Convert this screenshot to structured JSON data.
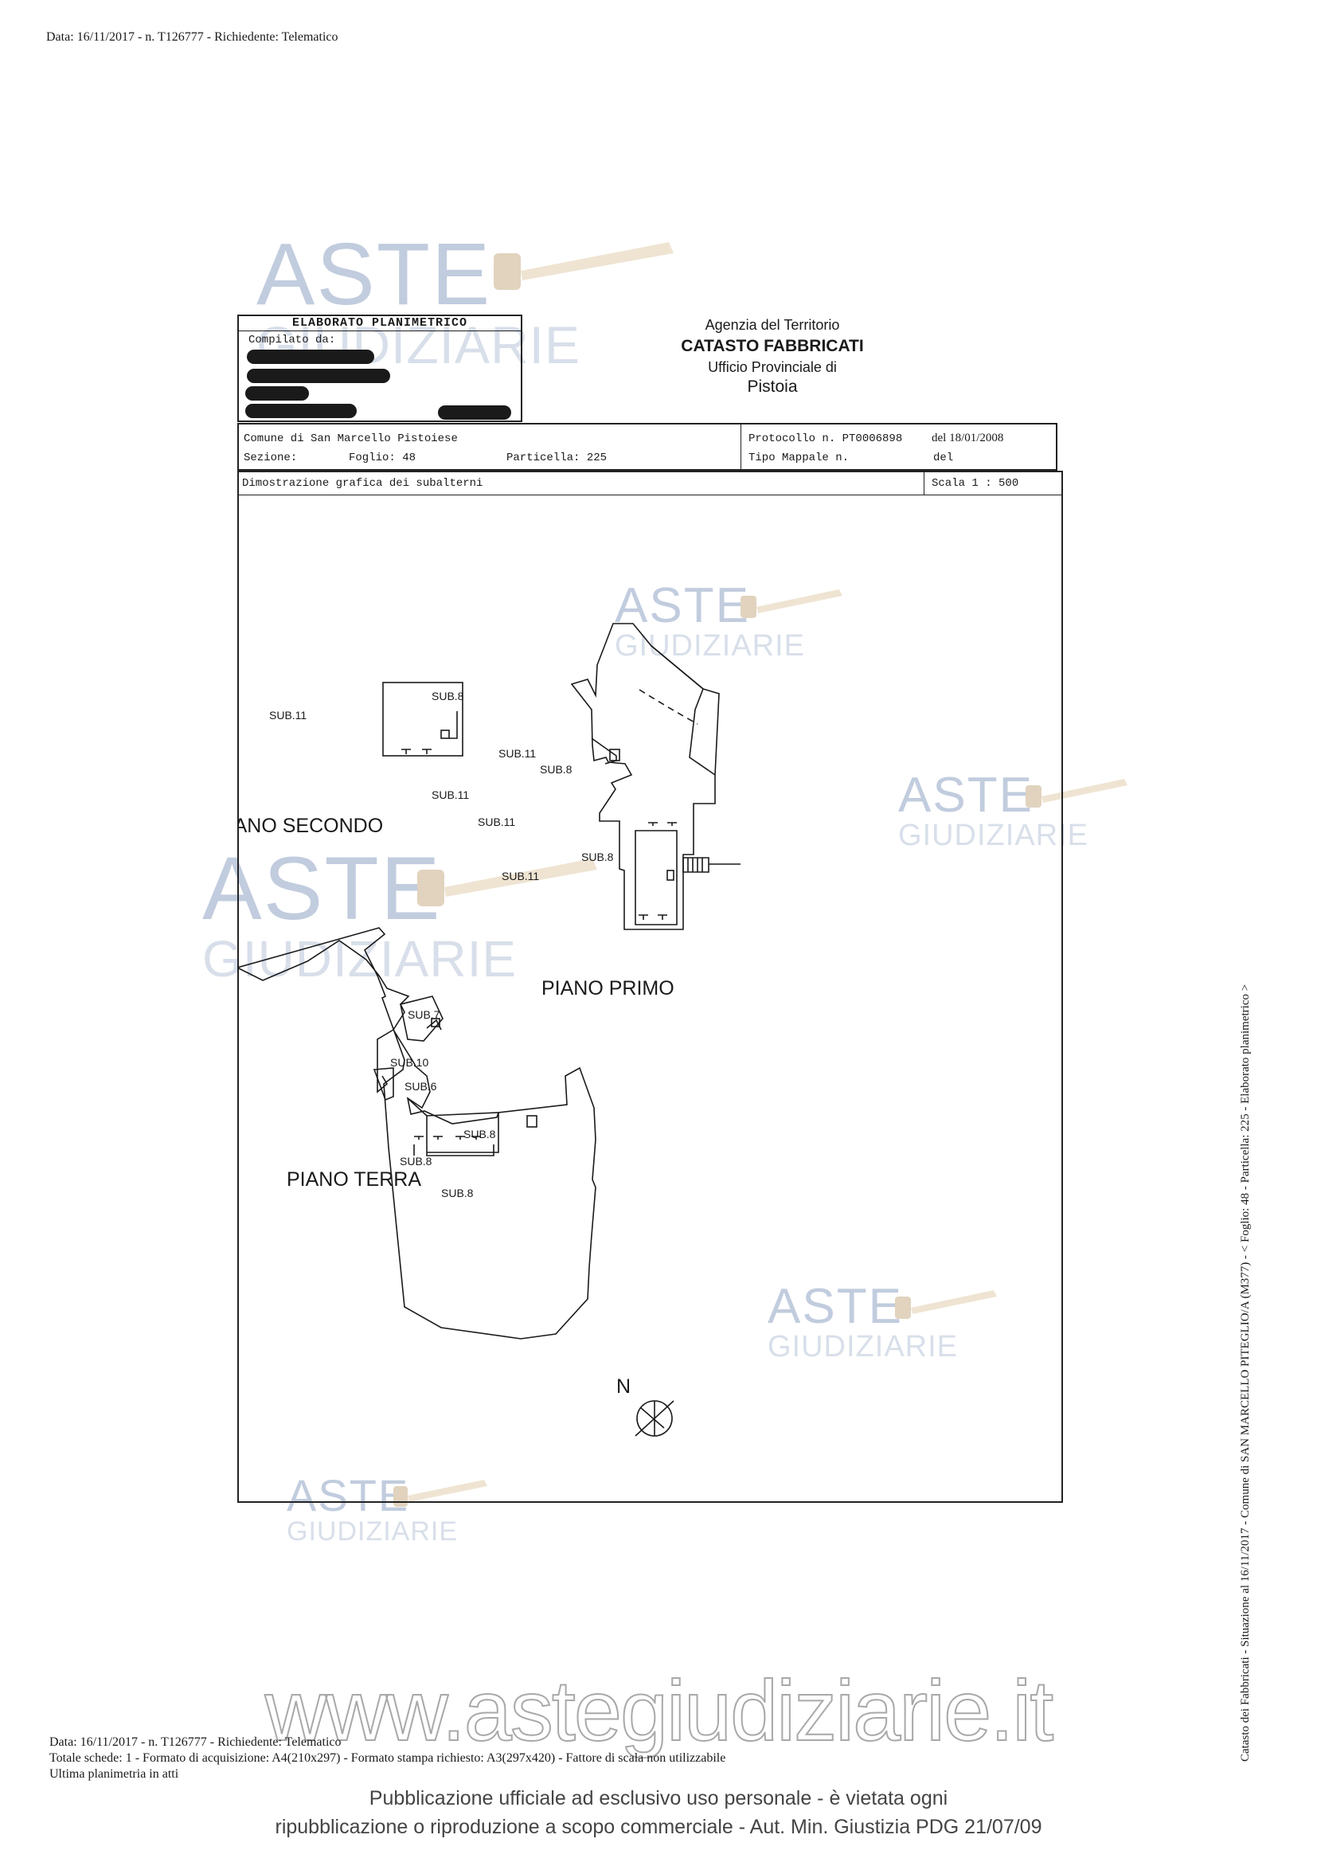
{
  "header": {
    "text": "Data: 16/11/2017 - n. T126777 - Richiedente: Telematico"
  },
  "watermark": {
    "line1": "ASTE",
    "line2": "GIUDIZIARIE"
  },
  "title_box": {
    "heading": "ELABORATO PLANIMETRICO",
    "compilato": "Compilato da:"
  },
  "agency": {
    "line1": "Agenzia del Territorio",
    "line2": "CATASTO FABBRICATI",
    "line3": "Ufficio Provinciale di",
    "line4": "Pistoia"
  },
  "info": {
    "comune": "Comune di San Marcello Pistoiese",
    "sezione": "Sezione:",
    "foglio": "Foglio: 48",
    "particella": "Particella: 225",
    "protocollo": "Protocollo n. PT0006898",
    "protocollo_date": "del 18/01/2008",
    "tipo_mappale": "Tipo Mappale n.",
    "tipo_del": "del",
    "dimostrazione": "Dimostrazione grafica dei subalterni",
    "scala": "Scala 1 : 500"
  },
  "plan": {
    "floors": {
      "secondo": "PIANO SECONDO",
      "primo": "PIANO PRIMO",
      "terra": "PIANO TERRA"
    },
    "labels": {
      "s2_sub11": "SUB.11",
      "p1_sub8_a": "SUB.8",
      "p1_sub11_a": "SUB.11",
      "p1_sub8_b": "SUB.8",
      "p1_sub11_b": "SUB.11",
      "p1_sub11_c": "SUB.11",
      "p1_sub11_d": "SUB.11",
      "p1_sub8_c": "SUB.8",
      "t_sub7": "SUB.7",
      "t_sub10": "SUB.10",
      "t_sub6": "SUB.6",
      "t_sub8_a": "SUB.8",
      "t_sub8_b": "SUB.8",
      "t_sub8_c": "SUB.8"
    },
    "north": "N"
  },
  "site_url": "www.astegiudiziarie.it",
  "footer": {
    "line1": "Data: 16/11/2017 - n. T126777 - Richiedente: Telematico",
    "line2": "Totale schede: 1 - Formato di acquisizione: A4(210x297)  - Formato stampa richiesto: A3(297x420) - Fattore di scala non utilizzabile",
    "line3": "Ultima planimetria in atti"
  },
  "disclaimer": {
    "line1": "Pubblicazione ufficiale ad esclusivo uso personale - è vietata ogni",
    "line2": "ripubblicazione o riproduzione a scopo commerciale - Aut. Min. Giustizia PDG 21/07/09"
  },
  "side_text": "Catasto dei Fabbricati - Situazione al 16/11/2017 - Comune di SAN MARCELLO PITEGLIO/A (M377) - < Foglio: 48 - Particella: 225 - Elaborato planimetrico >",
  "colors": {
    "watermark_blue": "#8fa3c4",
    "ink": "#1a1a1a"
  }
}
